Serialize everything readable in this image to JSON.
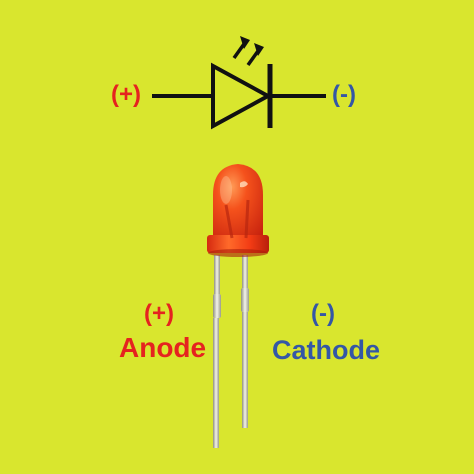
{
  "symbol": {
    "anode_polarity": "(+)",
    "cathode_polarity": "(-)"
  },
  "leads": {
    "anode": {
      "polarity": "(+)",
      "name": "Anode"
    },
    "cathode": {
      "polarity": "(-)",
      "name": "Cathode"
    }
  },
  "colors": {
    "background": "#d9e62e",
    "anode": "#e5231f",
    "cathode": "#3457a6",
    "symbol": "#111111",
    "led_body": "#f2431c"
  },
  "icons": [
    "led-schematic-symbol",
    "light-emission-arrows-icon",
    "led-component-photo"
  ]
}
